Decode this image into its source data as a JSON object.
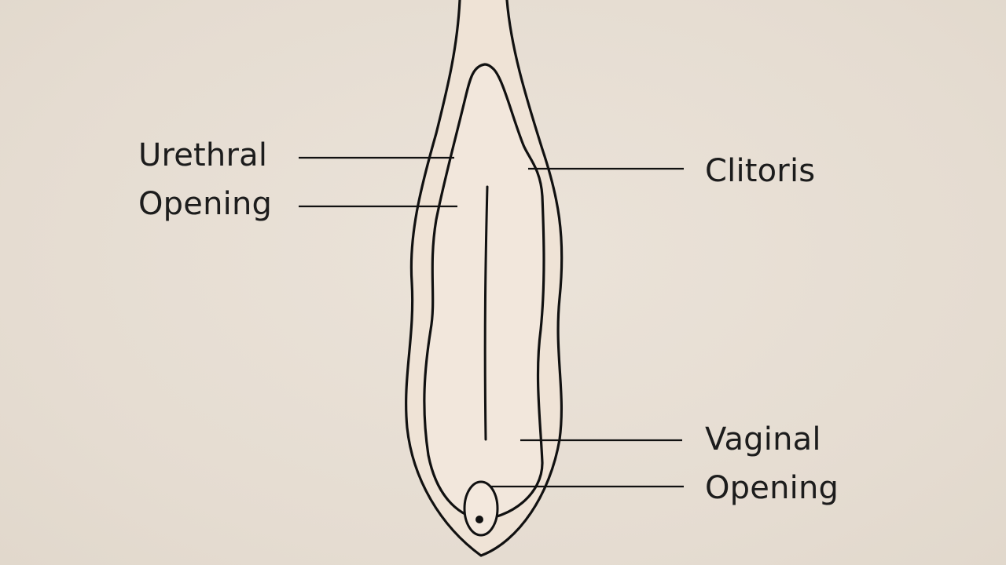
{
  "diagram": {
    "labels": {
      "urethral_opening": {
        "line1": "Urethral",
        "line2": "Opening"
      },
      "clitoris": {
        "line1": "Clitoris"
      },
      "vaginal_opening": {
        "line1": "Vaginal",
        "line2": "Opening"
      }
    },
    "colors": {
      "background": "#e6ddd2",
      "fill_outer": "#efe3d6",
      "fill_inner": "#f2e7dc",
      "stroke": "#111111"
    }
  }
}
